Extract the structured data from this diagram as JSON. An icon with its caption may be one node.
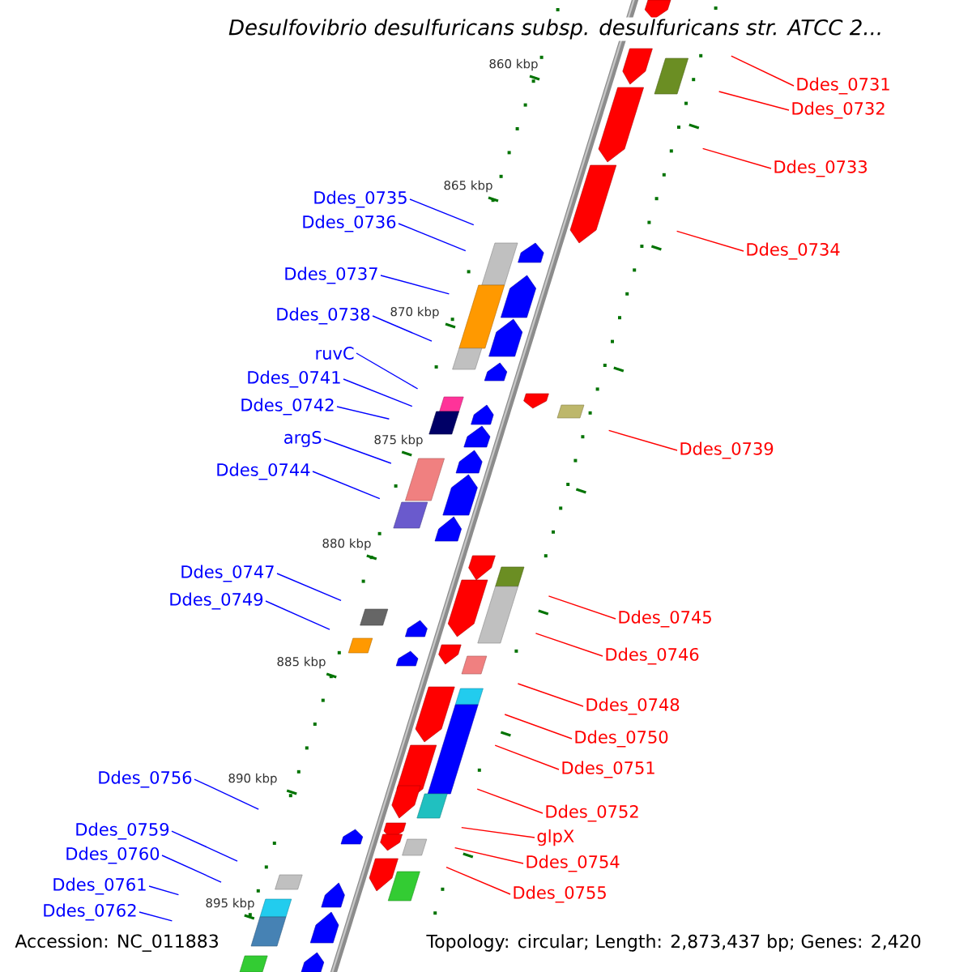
{
  "diagram": {
    "title": "Desulfovibrio desulfuricans subsp. desulfuricans str. ATCC 2...",
    "nodes": [
      {
        "text": [
          "Ddes_0731"
        ]
      },
      {
        "text": [
          "Ddes_0732"
        ]
      },
      {
        "text": [
          "Ddes_0733"
        ]
      },
      {
        "text": [
          "Ddes_0735"
        ]
      },
      {
        "text": [
          "Ddes_0736"
        ]
      },
      {
        "text": [
          "Ddes_0734"
        ]
      },
      {
        "text": [
          "Ddes_0737"
        ]
      },
      {
        "text": [
          "Ddes_0738"
        ]
      },
      {
        "text": [
          "ruvC"
        ]
      },
      {
        "text": [
          "Ddes_0741"
        ]
      },
      {
        "text": [
          "Ddes_0742"
        ]
      },
      {
        "text": [
          "argS"
        ]
      },
      {
        "text": [
          "Ddes_0739"
        ]
      },
      {
        "text": [
          "Ddes_0744"
        ]
      },
      {
        "text": [
          "Ddes_0747"
        ]
      },
      {
        "text": [
          "Ddes_0749"
        ]
      },
      {
        "text": [
          "Ddes_0745"
        ]
      },
      {
        "text": [
          "Ddes_0746"
        ]
      },
      {
        "text": [
          "Ddes_0748"
        ]
      },
      {
        "text": [
          "Ddes_0750"
        ]
      },
      {
        "text": [
          "Ddes_0751"
        ]
      },
      {
        "text": [
          "Ddes_0756"
        ]
      },
      {
        "text": [
          "Ddes_0752"
        ]
      },
      {
        "text": [
          "Ddes_0759"
        ]
      },
      {
        "text": [
          "glpX"
        ]
      },
      {
        "text": [
          "Ddes_0760"
        ]
      },
      {
        "text": [
          "Ddes_0754"
        ]
      },
      {
        "text": [
          "Ddes_0761"
        ]
      },
      {
        "text": [
          "Ddes_0755"
        ]
      },
      {
        "text": [
          "Ddes_0762"
        ]
      }
    ],
    "edges": [
      {
        "from": 0,
        "to": null,
        "arrow": "none",
        "color": "#ff0000"
      },
      {
        "from": 1,
        "to": null,
        "arrow": "none",
        "color": "#ff0000"
      },
      {
        "from": 2,
        "to": null,
        "arrow": "none",
        "color": "#ff0000"
      },
      {
        "from": 3,
        "to": null,
        "arrow": "none"
      },
      {
        "from": 4,
        "to": null,
        "arrow": "none"
      },
      {
        "from": 5,
        "to": null,
        "arrow": "none",
        "color": "#ff0000"
      },
      {
        "from": 6,
        "to": null,
        "arrow": "none"
      },
      {
        "from": 7,
        "to": null,
        "arrow": "none"
      },
      {
        "from": 8,
        "to": null,
        "arrow": "none"
      },
      {
        "from": 9,
        "to": null,
        "arrow": "none"
      },
      {
        "from": 10,
        "to": null,
        "arrow": "none"
      },
      {
        "from": 11,
        "to": null,
        "arrow": "none"
      },
      {
        "from": 12,
        "to": null,
        "arrow": "none",
        "color": "#ff0000"
      },
      {
        "from": 13,
        "to": null,
        "arrow": "none"
      },
      {
        "from": 14,
        "to": null,
        "arrow": "none"
      },
      {
        "from": 15,
        "to": null,
        "arrow": "none"
      },
      {
        "from": 16,
        "to": null,
        "arrow": "none",
        "color": "#ff0000"
      },
      {
        "from": 17,
        "to": null,
        "arrow": "none",
        "color": "#ff0000"
      },
      {
        "from": 18,
        "to": null,
        "arrow": "none",
        "color": "#ff0000"
      },
      {
        "from": 19,
        "to": null,
        "arrow": "none",
        "color": "#ff0000"
      },
      {
        "from": 20,
        "to": null,
        "arrow": "none",
        "color": "#ff0000"
      },
      {
        "from": 21,
        "to": null,
        "arrow": "none"
      },
      {
        "from": 22,
        "to": null,
        "arrow": "none",
        "color": "#ff0000"
      },
      {
        "from": 23,
        "to": null,
        "arrow": "none"
      },
      {
        "from": 24,
        "to": null,
        "arrow": "none",
        "color": "#ff0000"
      },
      {
        "from": 25,
        "to": null,
        "arrow": "none"
      },
      {
        "from": 26,
        "to": null,
        "arrow": "none",
        "color": "#ff0000"
      },
      {
        "from": 27,
        "to": null,
        "arrow": "none"
      },
      {
        "from": 28,
        "to": null,
        "arrow": "none",
        "color": "#ff0000"
      },
      {
        "from": 29,
        "to": null,
        "arrow": "none"
      }
    ],
    "labels": [
      "860 kbp",
      "865 kbp",
      "870 kbp",
      "875 kbp",
      "880 kbp",
      "885 kbp",
      "890 kbp",
      "895 kbp",
      "Accession: NC_011883",
      "Topology: circular; Length: 2,873,437 bp; Genes: 2,420"
    ]
  }
}
